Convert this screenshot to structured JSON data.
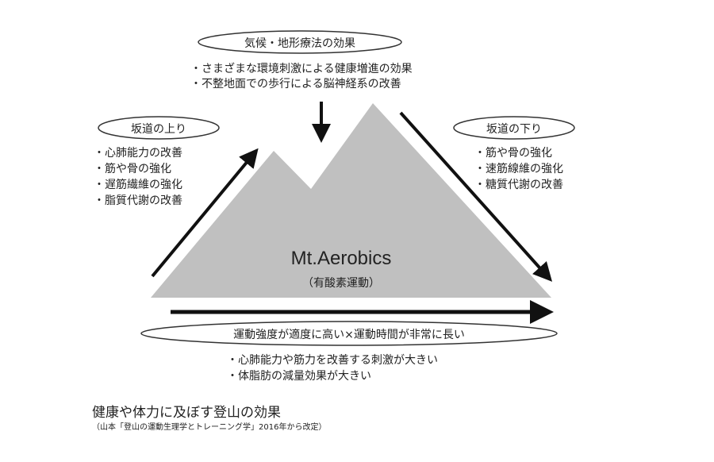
{
  "top": {
    "label": "気候・地形療法の効果",
    "items": [
      "・さまざまな環境刺激による健康増進の効果",
      "・不整地面での歩行による脳神経系の改善"
    ]
  },
  "uphill": {
    "label": "坂道の上り",
    "items": [
      "・心肺能力の改善",
      "・筋や骨の強化",
      "・遅筋繊維の強化",
      "・脂質代謝の改善"
    ]
  },
  "downhill": {
    "label": "坂道の下り",
    "items": [
      "・筋や骨の強化",
      "・速筋線維の強化",
      "・糖質代謝の改善"
    ]
  },
  "mountain": {
    "title": "Mt.Aerobics",
    "subtitle": "（有酸素運動）",
    "color": "#c0c0c0"
  },
  "bottom": {
    "label": "運動強度が適度に高い×運動時間が非常に長い",
    "items": [
      "・心肺能力や筋力を改善する刺激が大きい",
      "・体脂肪の減量効果が大きい"
    ]
  },
  "caption": {
    "title": "健康や体力に及ぼす登山の効果",
    "source": "（山本「登山の運動生理学とトレーニング学」2016年から改定）"
  }
}
